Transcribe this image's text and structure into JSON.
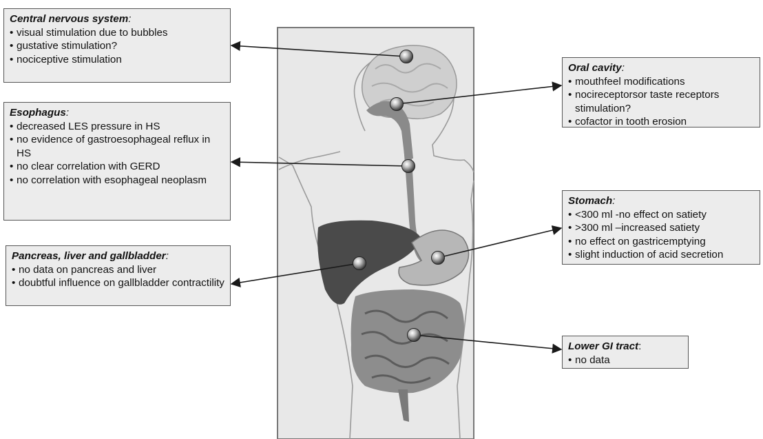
{
  "boxes": {
    "cns": {
      "title": "Central nervous system",
      "colon": ":",
      "items": [
        "visual stimulation due to bubbles",
        "gustative stimulation?",
        "nociceptive stimulation"
      ]
    },
    "esophagus": {
      "title": "Esophagus",
      "colon": ":",
      "items": [
        "decreased LES pressure in HS",
        "no evidence of gastroesophageal reflux in HS",
        "no clear correlation with GERD",
        "no correlation with esophageal neoplasm"
      ]
    },
    "pancreas": {
      "title": "Pancreas, liver and gallbladder",
      "colon": ":",
      "items": [
        "no data on pancreas and liver",
        "doubtful influence on gallbladder contractility"
      ]
    },
    "oral": {
      "title": "Oral cavity",
      "colon": ":",
      "items": [
        "mouthfeel modifications",
        "nocireceptorsor taste receptors stimulation?",
        "cofactor in tooth erosion"
      ]
    },
    "stomach": {
      "title": "Stomach",
      "colon": ":",
      "items": [
        "<300 ml -no effect on satiety",
        ">300 ml –increased satiety",
        "no effect on gastricemptying",
        "slight induction of acid secretion"
      ]
    },
    "lower_gi": {
      "title": "Lower GI tract",
      "colon": ":",
      "items": [
        "no data"
      ]
    }
  }
}
